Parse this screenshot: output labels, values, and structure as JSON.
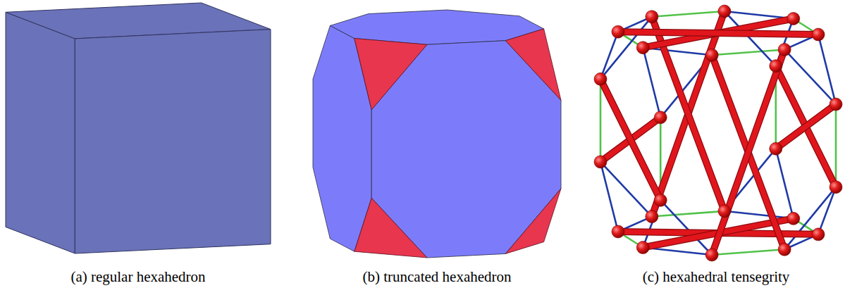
{
  "diagram": {
    "labels": [
      "(a) regular hexahedron",
      "(b) truncated hexahedron",
      "(c) hexahedral tensegrity"
    ]
  }
}
